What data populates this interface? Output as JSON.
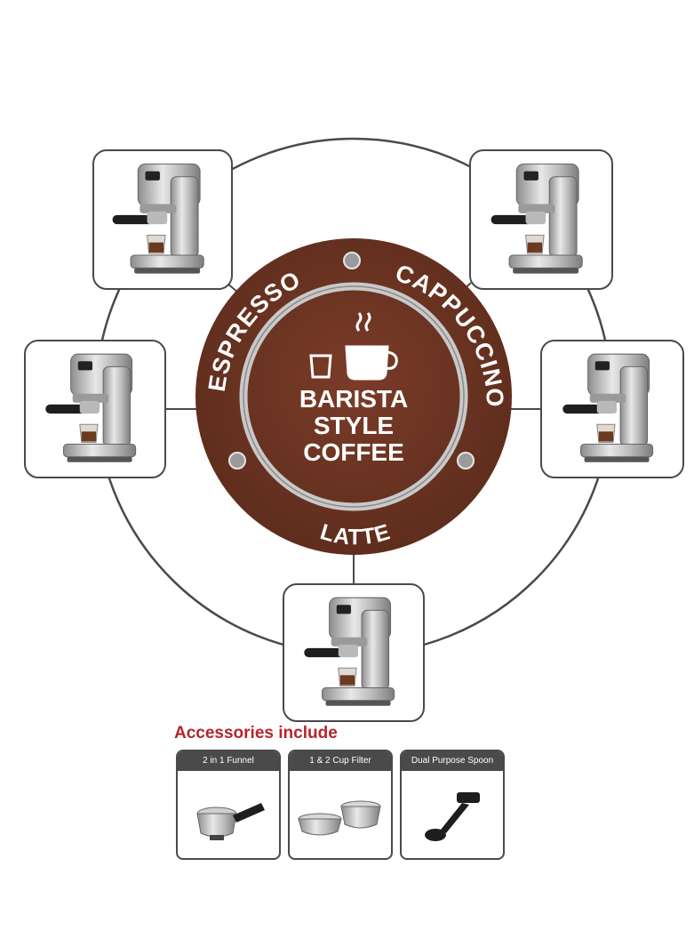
{
  "center": {
    "top_label": "ESPRESSO",
    "right_label": "CAPPUCCINO",
    "bottom_label": "LATTE",
    "title_lines": [
      "BARISTA",
      "STYLE",
      "COFFEE"
    ]
  },
  "colors": {
    "brown": "#6b3322",
    "ring": "#b0b0b0",
    "outline": "#4a4a4a",
    "accent_red": "#b3262c"
  },
  "machines": [
    {
      "name": "espresso-double-shot",
      "icon": "espresso-machine-icon"
    },
    {
      "name": "cappuccino-cup",
      "icon": "espresso-machine-icon"
    },
    {
      "name": "single-shot",
      "icon": "espresso-machine-icon"
    },
    {
      "name": "milk-frothing",
      "icon": "espresso-machine-icon"
    },
    {
      "name": "latte-glass",
      "icon": "espresso-machine-icon"
    }
  ],
  "accessories": {
    "title": "Accessories include",
    "items": [
      {
        "label": "2 in 1 Funnel",
        "icon": "portafilter-icon"
      },
      {
        "label": "1 & 2 Cup Filter",
        "icon": "filter-baskets-icon"
      },
      {
        "label": "Dual Purpose Spoon",
        "icon": "tamper-spoon-icon"
      }
    ]
  }
}
